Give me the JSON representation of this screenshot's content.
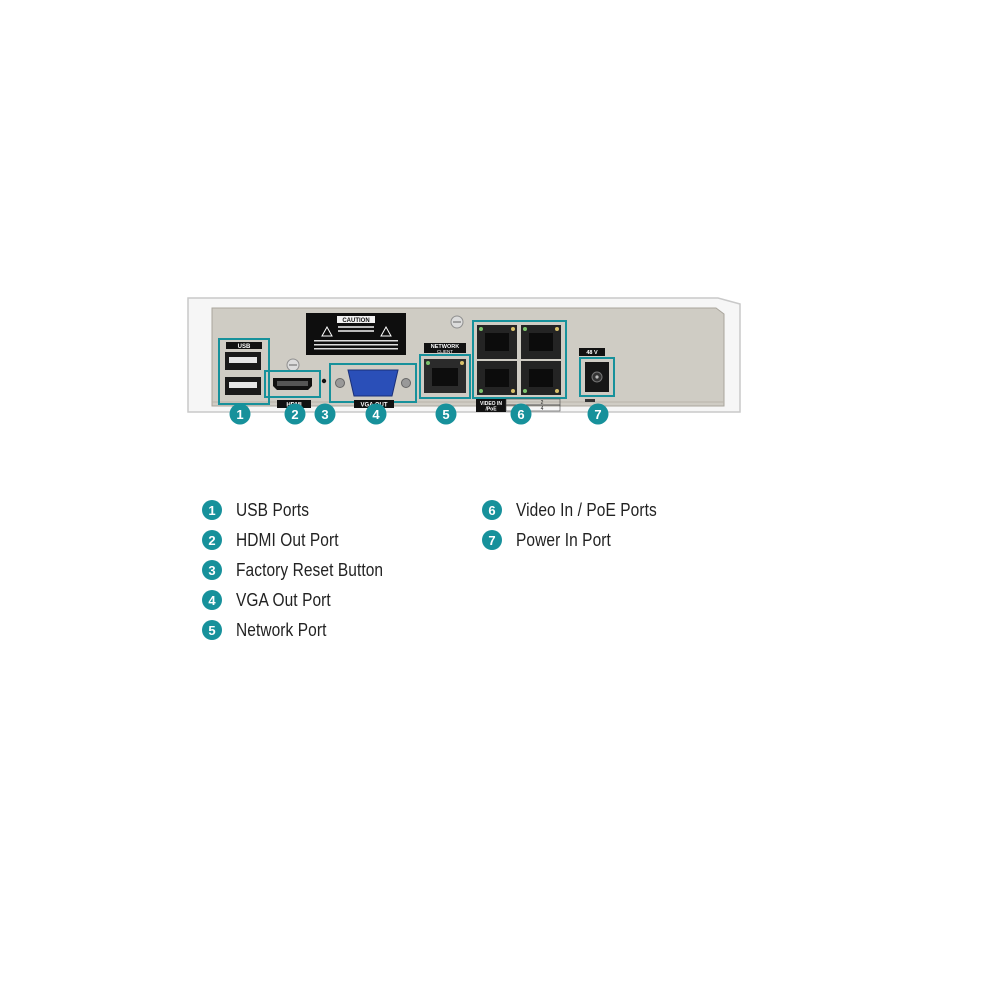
{
  "device": {
    "panel_labels": {
      "usb": "USB",
      "hdmi": "HDMI",
      "vga": "VGA OUT",
      "network": "NETWORK",
      "network_sub": "CLIENT",
      "video_in": "VIDEO IN",
      "poe": "/PoE",
      "power": "48 V",
      "caution": "CAUTION"
    },
    "callouts": [
      "1",
      "2",
      "3",
      "4",
      "5",
      "6",
      "7"
    ],
    "port_numbers": [
      "2",
      "4"
    ],
    "highlight_color": "#17919b"
  },
  "legend": {
    "items": [
      {
        "num": "1",
        "label": "USB Ports"
      },
      {
        "num": "2",
        "label": "HDMI Out Port"
      },
      {
        "num": "3",
        "label": "Factory Reset Button"
      },
      {
        "num": "4",
        "label": "VGA Out Port"
      },
      {
        "num": "5",
        "label": "Network Port"
      },
      {
        "num": "6",
        "label": "Video In / PoE Ports"
      },
      {
        "num": "7",
        "label": "Power In Port"
      }
    ]
  }
}
